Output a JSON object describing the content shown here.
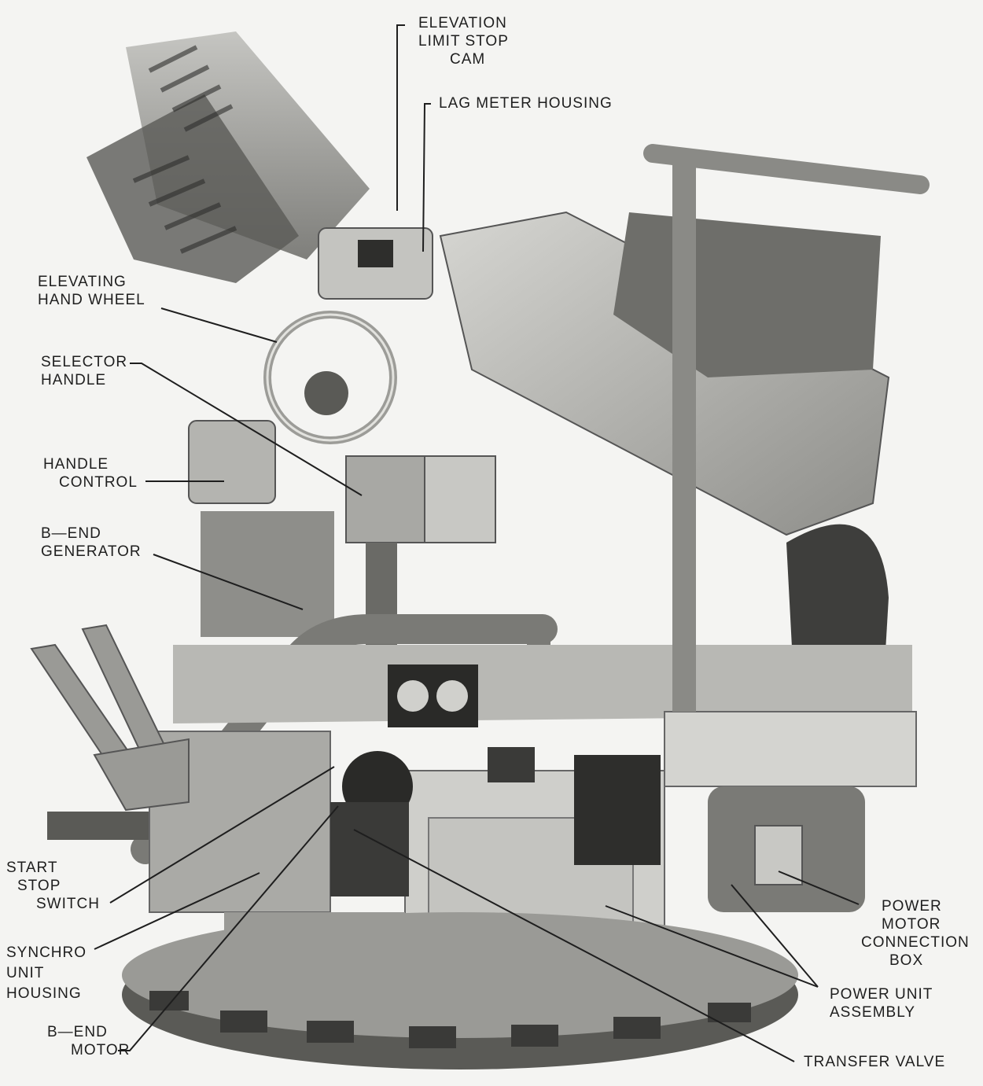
{
  "title": "Gun mount side view — labeled components",
  "colors": {
    "background": "#f4f4f2",
    "ink": "#1e1e1e",
    "metal_light": "#c8c8c4",
    "metal_mid": "#9a9a96",
    "metal_dark": "#4a4a48"
  },
  "labels": {
    "elevation_limit_stop_cam": [
      "ELEVATION",
      "LIMIT STOP",
      "CAM"
    ],
    "lag_meter_housing": [
      "LAG METER HOUSING"
    ],
    "elevating_hand_wheel": [
      "ELEVATING",
      "HAND WHEEL"
    ],
    "selector_handle": [
      "SELECTOR",
      "HANDLE"
    ],
    "handle_control": [
      "HANDLE",
      "CONTROL"
    ],
    "b_end_generator": [
      "B—END",
      "GENERATOR"
    ],
    "start_stop_switch": [
      "START",
      "STOP",
      "SWITCH"
    ],
    "synchro_unit_housing": [
      "SYNCHRO",
      "UNIT",
      "HOUSING"
    ],
    "b_end_motor": [
      "B—END",
      "MOTOR"
    ],
    "transfer_valve": [
      "TRANSFER VALVE"
    ],
    "power_motor_connection_box": [
      "POWER",
      "MOTOR",
      "CONNECTION",
      "BOX"
    ],
    "power_unit_assembly": [
      "POWER UNIT",
      "ASSEMBLY"
    ]
  }
}
